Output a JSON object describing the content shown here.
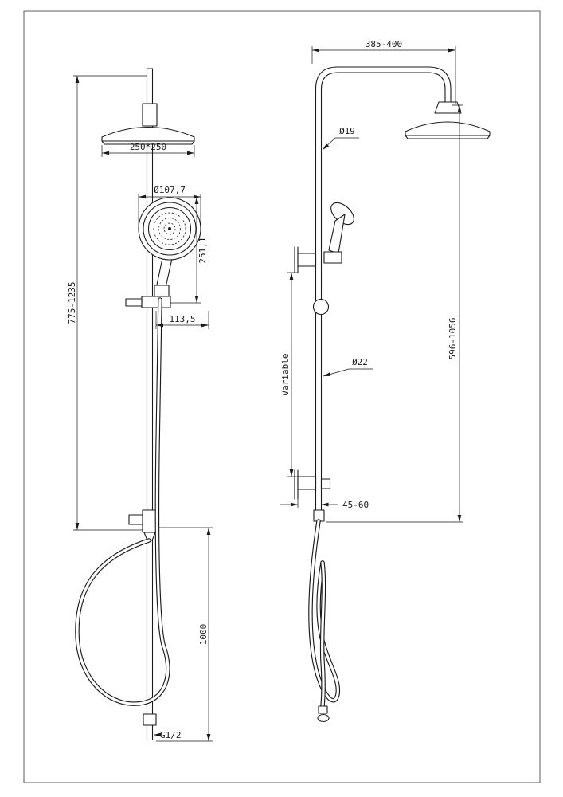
{
  "colors": {
    "line": "#1a1a1a",
    "background": "#ffffff"
  },
  "front_view": {
    "dims": {
      "head_size": "250*250",
      "hand_shower_diameter": "Ø107,7",
      "hand_shower_height": "251,1",
      "column_height_range": "775-1235",
      "bracket_offset": "113,5",
      "hose_length": "1000",
      "inlet_thread": "G1/2"
    }
  },
  "side_view": {
    "dims": {
      "arm_reach_range": "385-400",
      "top_pipe_diameter": "Ø19",
      "riser_height_range": "596-1056",
      "bracket_spacing": "Variable",
      "pipe_diameter": "Ø22",
      "wall_distance_range": "45-60"
    }
  }
}
